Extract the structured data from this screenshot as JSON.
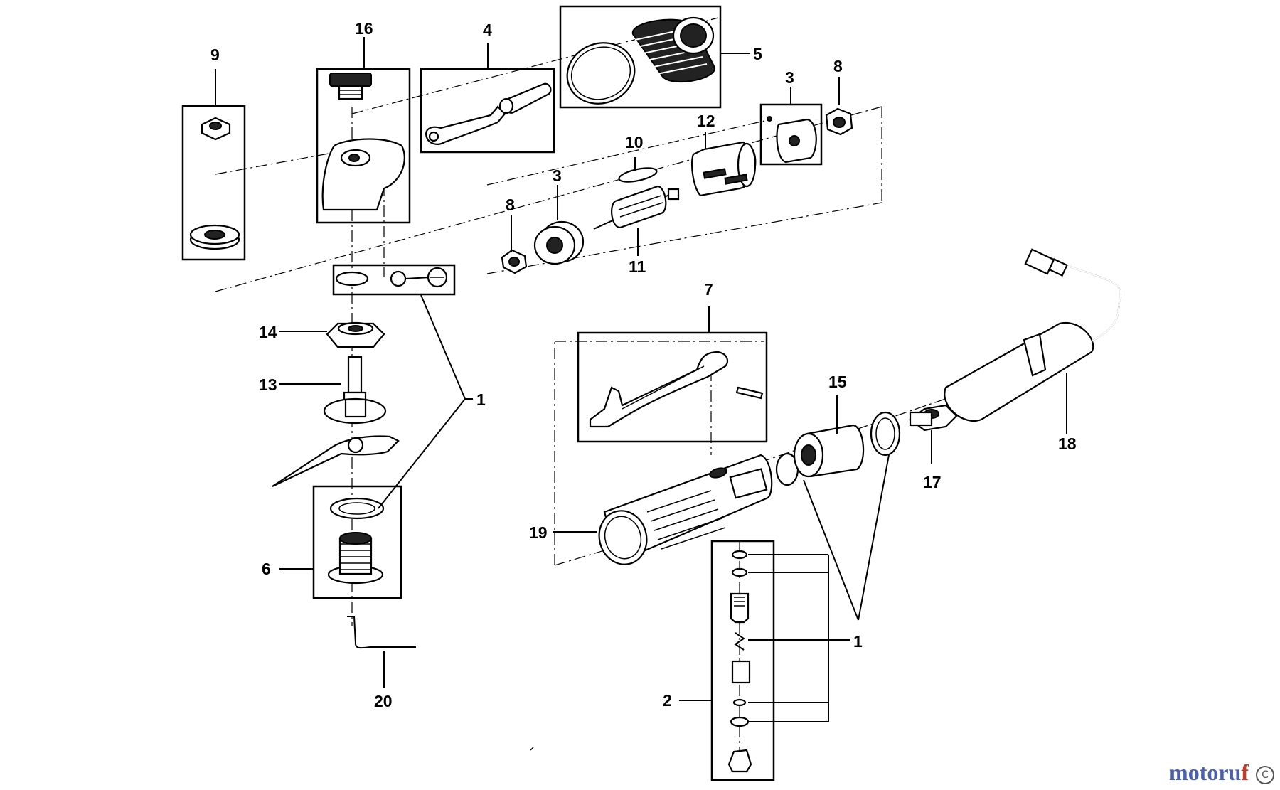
{
  "diagram": {
    "labels": {
      "l1": "1",
      "l2": "2",
      "l3": "3",
      "l4": "4",
      "l5": "5",
      "l6": "6",
      "l7": "7",
      "l8": "8",
      "l9": "9",
      "l10": "10",
      "l11": "11",
      "l12": "12",
      "l13": "13",
      "l14": "14",
      "l15": "15",
      "l16": "16",
      "l17": "17",
      "l18": "18",
      "l19": "19",
      "l20": "20"
    }
  },
  "watermark": {
    "text_a": "motoru",
    "text_b": "f",
    "symbol": "C"
  }
}
